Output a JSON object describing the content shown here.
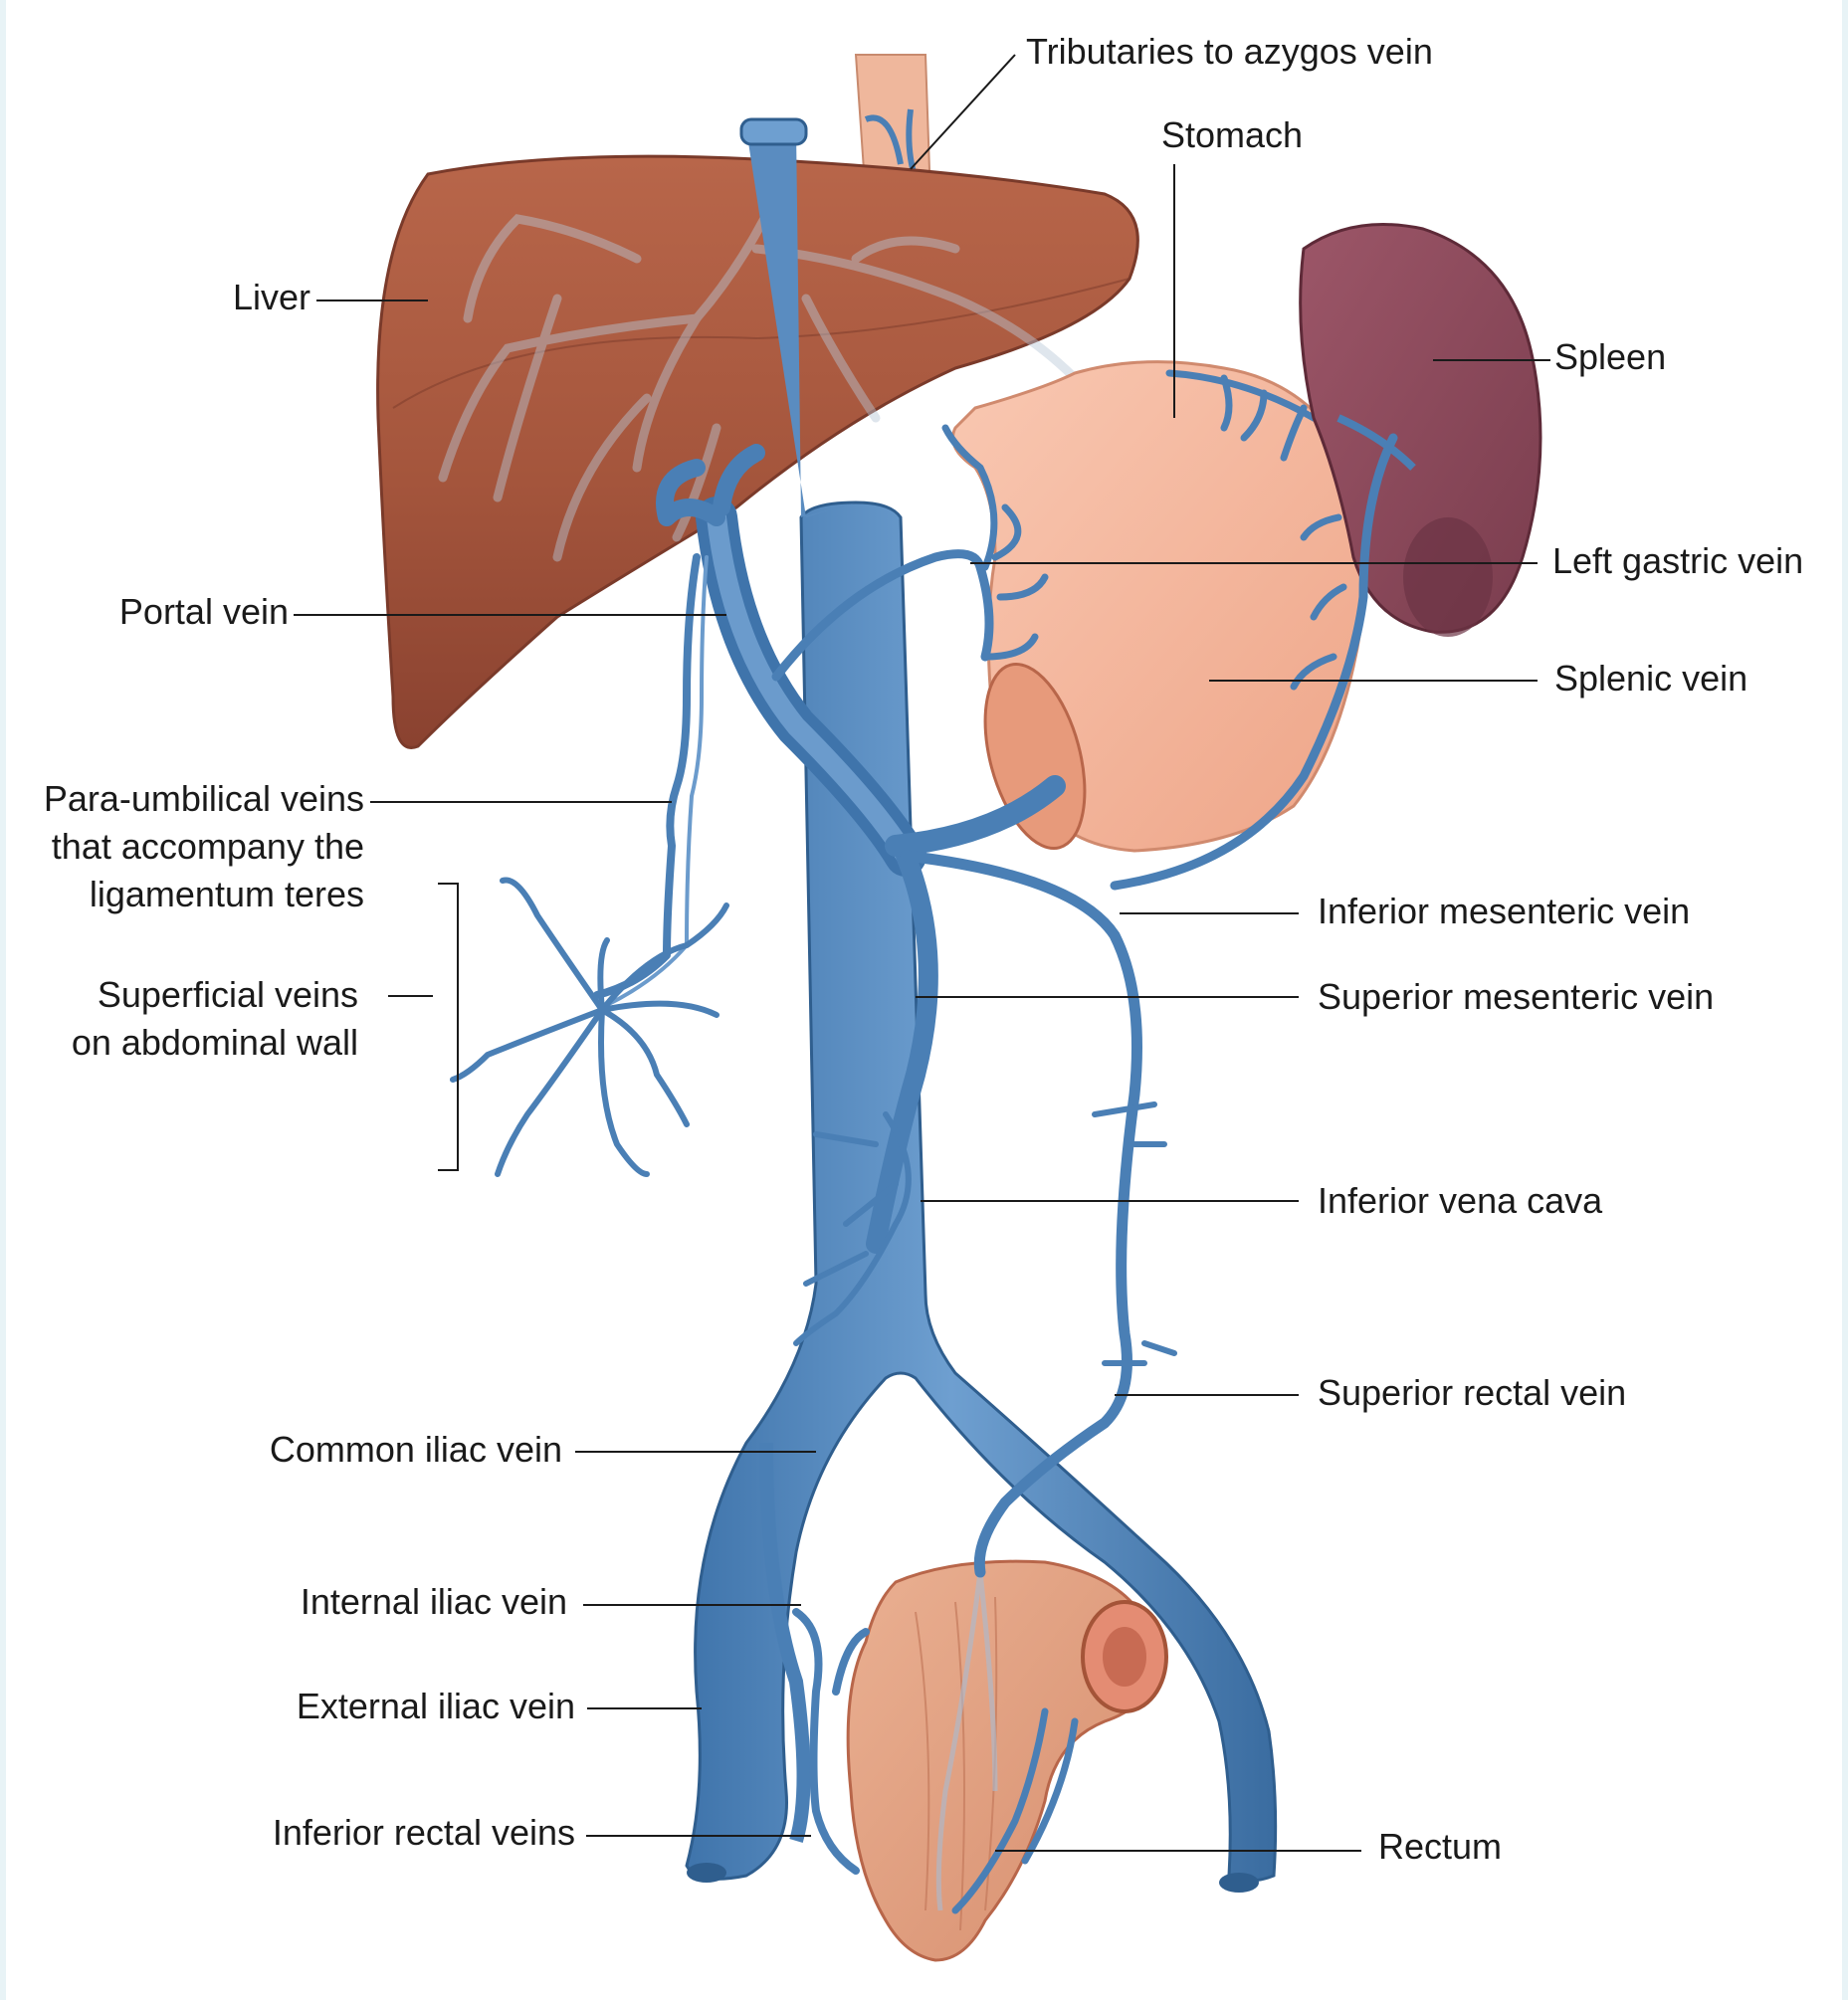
{
  "labels": {
    "tributaries": "Tributaries to azygos vein",
    "stomach": "Stomach",
    "liver": "Liver",
    "spleen": "Spleen",
    "left_gastric": "Left gastric vein",
    "portal": "Portal vein",
    "splenic": "Splenic vein",
    "paraumbilical": [
      "Para-umbilical veins",
      "that accompany the",
      "ligamentum teres"
    ],
    "superficial": [
      "Superficial veins",
      "on abdominal wall"
    ],
    "inferior_mesenteric": "Inferior mesenteric vein",
    "superior_mesenteric": "Superior mesenteric vein",
    "ivc": "Inferior vena cava",
    "superior_rectal": "Superior rectal vein",
    "common_iliac": "Common iliac vein",
    "internal_iliac": "Internal iliac vein",
    "external_iliac": "External iliac vein",
    "inferior_rectal": "Inferior rectal veins",
    "rectum": "Rectum"
  },
  "colors": {
    "vein": "#4a7fb5",
    "vein_light": "#6b9bcc",
    "vein_dark": "#2f5e8e",
    "liver": "#b05a3f",
    "liver_dark": "#8e4230",
    "stomach": "#f2b49a",
    "spleen": "#8c4a5c",
    "rectum": "#e3a283",
    "leader": "#1a1a1a"
  }
}
